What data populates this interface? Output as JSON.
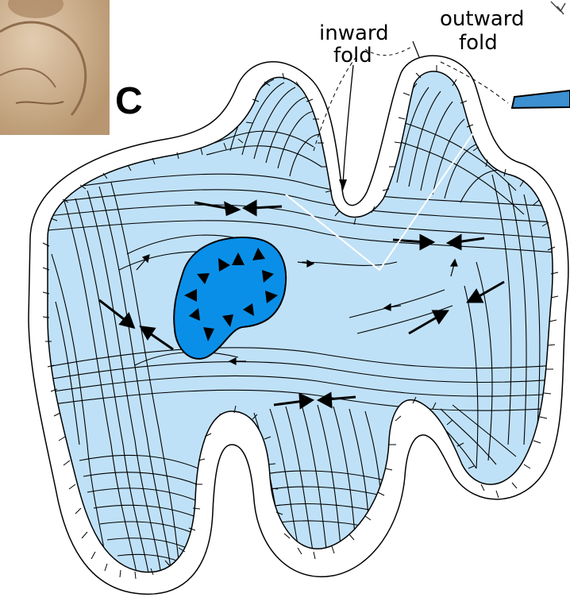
{
  "figure": {
    "panel_letter": "C",
    "labels": {
      "inward_fold": [
        "inward",
        "fold"
      ],
      "outward_fold": [
        "outward",
        "fold"
      ]
    },
    "colors": {
      "tissue_fill": "#bfe1f7",
      "nucleus_fill": "#0a8fe8",
      "line": "#000000",
      "photo_tone": "#c9ab8a",
      "edge_strip": "#3c8fd0"
    },
    "icons": {
      "flow_arrow": "arrowhead-icon",
      "surface_tick": "tick-mark-icon"
    }
  }
}
